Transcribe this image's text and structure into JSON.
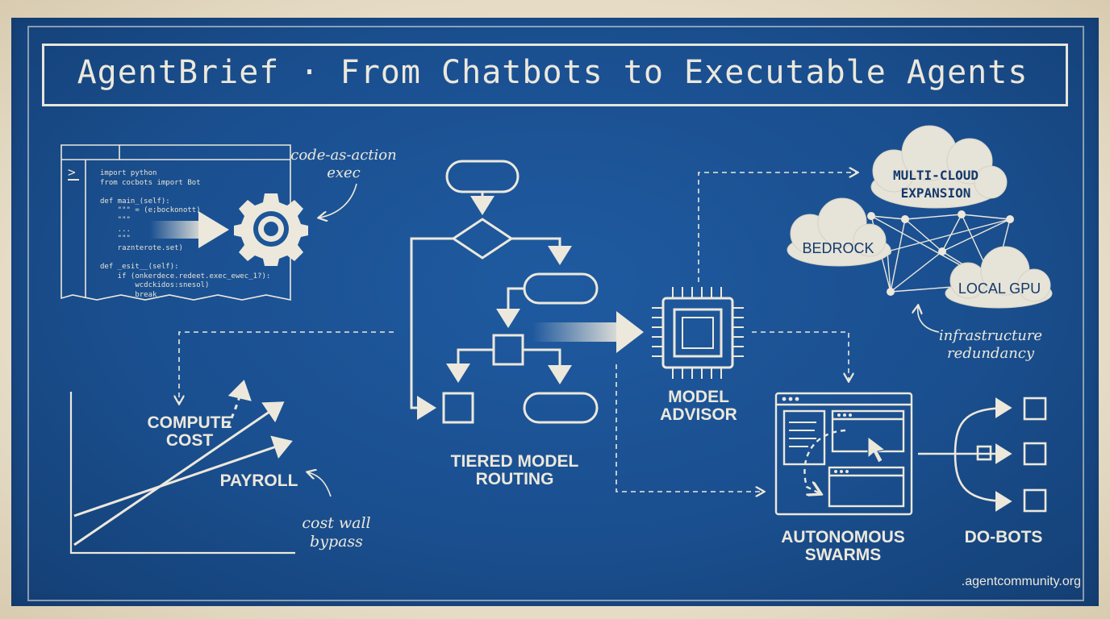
{
  "title": "AgentBrief · From Chatbots to Executable Agents",
  "code_panel": {
    "prompt_glyph": ">",
    "lines": [
      "import python",
      "from cocbots import Bot",
      "",
      "def main_(self):",
      "    \"\"\" = (e;bockonott)",
      "    \"\"\"",
      "    ...",
      "    \"\"\"",
      "    raznterote.set)",
      "",
      "def _esit__(self):",
      "    if (onkerdece.redeet.exec_ewec_1?):",
      "        wcdckidos:snesol)",
      "        break"
    ]
  },
  "annotations": {
    "code_action": "code-as-action\nexec",
    "cost_wall": "cost wall\nbypass",
    "infra": "infrastructure\nredundancy"
  },
  "chart": {
    "compute_cost": "COMPUTE\nCOST",
    "payroll": "PAYROLL"
  },
  "routing_label": "TIERED MODEL\nROUTING",
  "advisor_label": "MODEL\nADVISOR",
  "clouds": {
    "multi": "MULTI-CLOUD\nEXPANSION",
    "bedrock": "BEDROCK",
    "local": "LOCAL GPU"
  },
  "swarms_label": "AUTONOMOUS\nSWARMS",
  "dobots_label": "DO-BOTS",
  "footer": ".agentcommunity.org",
  "colors": {
    "blueprint": "#1a4f8f",
    "chalk": "#ece8dc",
    "paper": "#ece4d2"
  }
}
